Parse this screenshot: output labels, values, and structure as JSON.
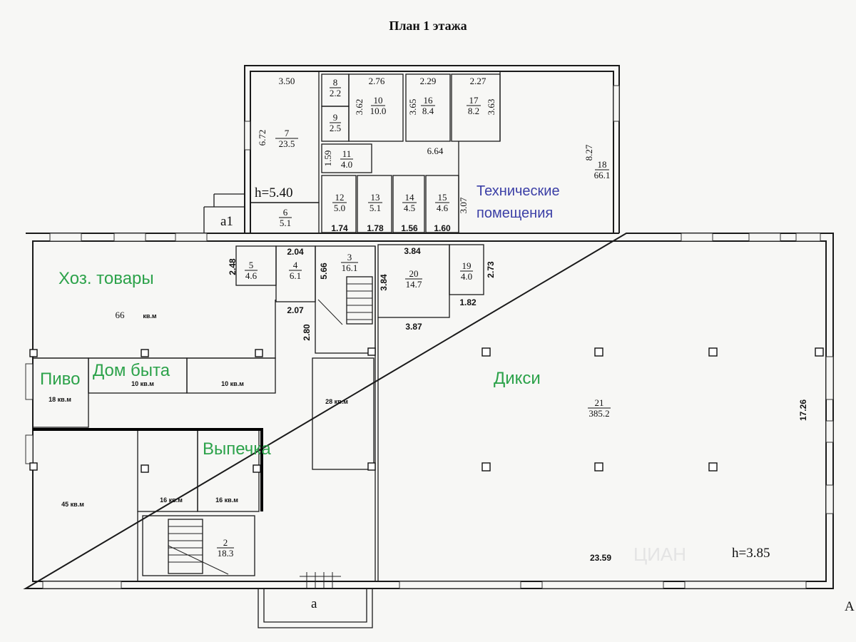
{
  "title": "План 1 этажа",
  "heights": {
    "upper": "h=5.40",
    "lower": "h=3.85"
  },
  "rooms": [
    {
      "id": "room-1",
      "num": "18",
      "area": "66.1"
    },
    {
      "id": "room-2",
      "num": "7",
      "area": "23.5"
    },
    {
      "id": "room-3",
      "num": "8",
      "area": "2.2"
    },
    {
      "id": "room-4",
      "num": "9",
      "area": "2.5"
    },
    {
      "id": "room-5",
      "num": "10",
      "area": "10.0"
    },
    {
      "id": "room-6",
      "num": "16",
      "area": "8.4"
    },
    {
      "id": "room-7",
      "num": "17",
      "area": "8.2"
    },
    {
      "id": "room-8",
      "num": "11",
      "area": "4.0"
    },
    {
      "id": "room-9",
      "num": "12",
      "area": "5.0"
    },
    {
      "id": "room-10",
      "num": "13",
      "area": "5.1"
    },
    {
      "id": "room-11",
      "num": "14",
      "area": "4.5"
    },
    {
      "id": "room-12",
      "num": "15",
      "area": "4.6"
    },
    {
      "id": "room-13",
      "num": "6",
      "area": "5.1"
    },
    {
      "id": "room-14",
      "num": "5",
      "area": "4.6"
    },
    {
      "id": "room-15",
      "num": "4",
      "area": "6.1"
    },
    {
      "id": "room-16",
      "num": "3",
      "area": "16.1"
    },
    {
      "id": "room-17",
      "num": "20",
      "area": "14.7"
    },
    {
      "id": "room-18",
      "num": "19",
      "area": "4.0"
    },
    {
      "id": "room-19",
      "num": "21",
      "area": "385.2"
    },
    {
      "id": "room-20",
      "num": "2",
      "area": "18.3"
    }
  ],
  "dims": [
    "3.50",
    "6.72",
    "2.76",
    "2.29",
    "2.27",
    "3.62",
    "3.65",
    "3.63",
    "1.59",
    "6.64",
    "8.27",
    "3.07",
    "1.74",
    "1.78",
    "1.56",
    "1.60",
    "2.48",
    "2.04",
    "5.66",
    "2.07",
    "2.80",
    "3.84",
    "3.84",
    "2.73",
    "1.82",
    "3.87",
    "17.26",
    "23.59"
  ],
  "area_labels": [
    "66",
    "кв.м",
    "18 кв.м",
    "10 кв.м",
    "10 кв.м",
    "28 кв.м",
    "45 кв.м",
    "16 кв.м",
    "16 кв.м"
  ],
  "zones": [
    "Хоз. товары",
    "Пиво",
    "Дом быта",
    "Выпечка",
    "Дикси"
  ],
  "tech_zone": [
    "Технические",
    "помещения"
  ],
  "marks": {
    "a1": "a1",
    "a": "a",
    "edge": "А"
  },
  "watermark": "ЦИАН"
}
